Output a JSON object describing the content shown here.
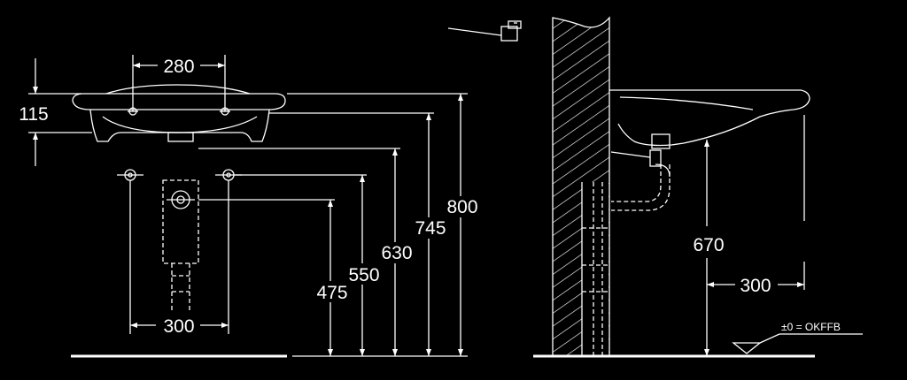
{
  "front_view": {
    "dims": {
      "tap_spacing": "280",
      "basin_height": "115",
      "mount_spacing": "300",
      "h_800": "800",
      "h_745": "745",
      "h_630": "630",
      "h_550": "550",
      "h_475": "475"
    }
  },
  "side_view": {
    "dims": {
      "h_670": "670",
      "depth_300": "300"
    },
    "floor_label": "±0 = OKFFB"
  },
  "colors": {
    "background": "#000000",
    "line": "#ffffff"
  }
}
